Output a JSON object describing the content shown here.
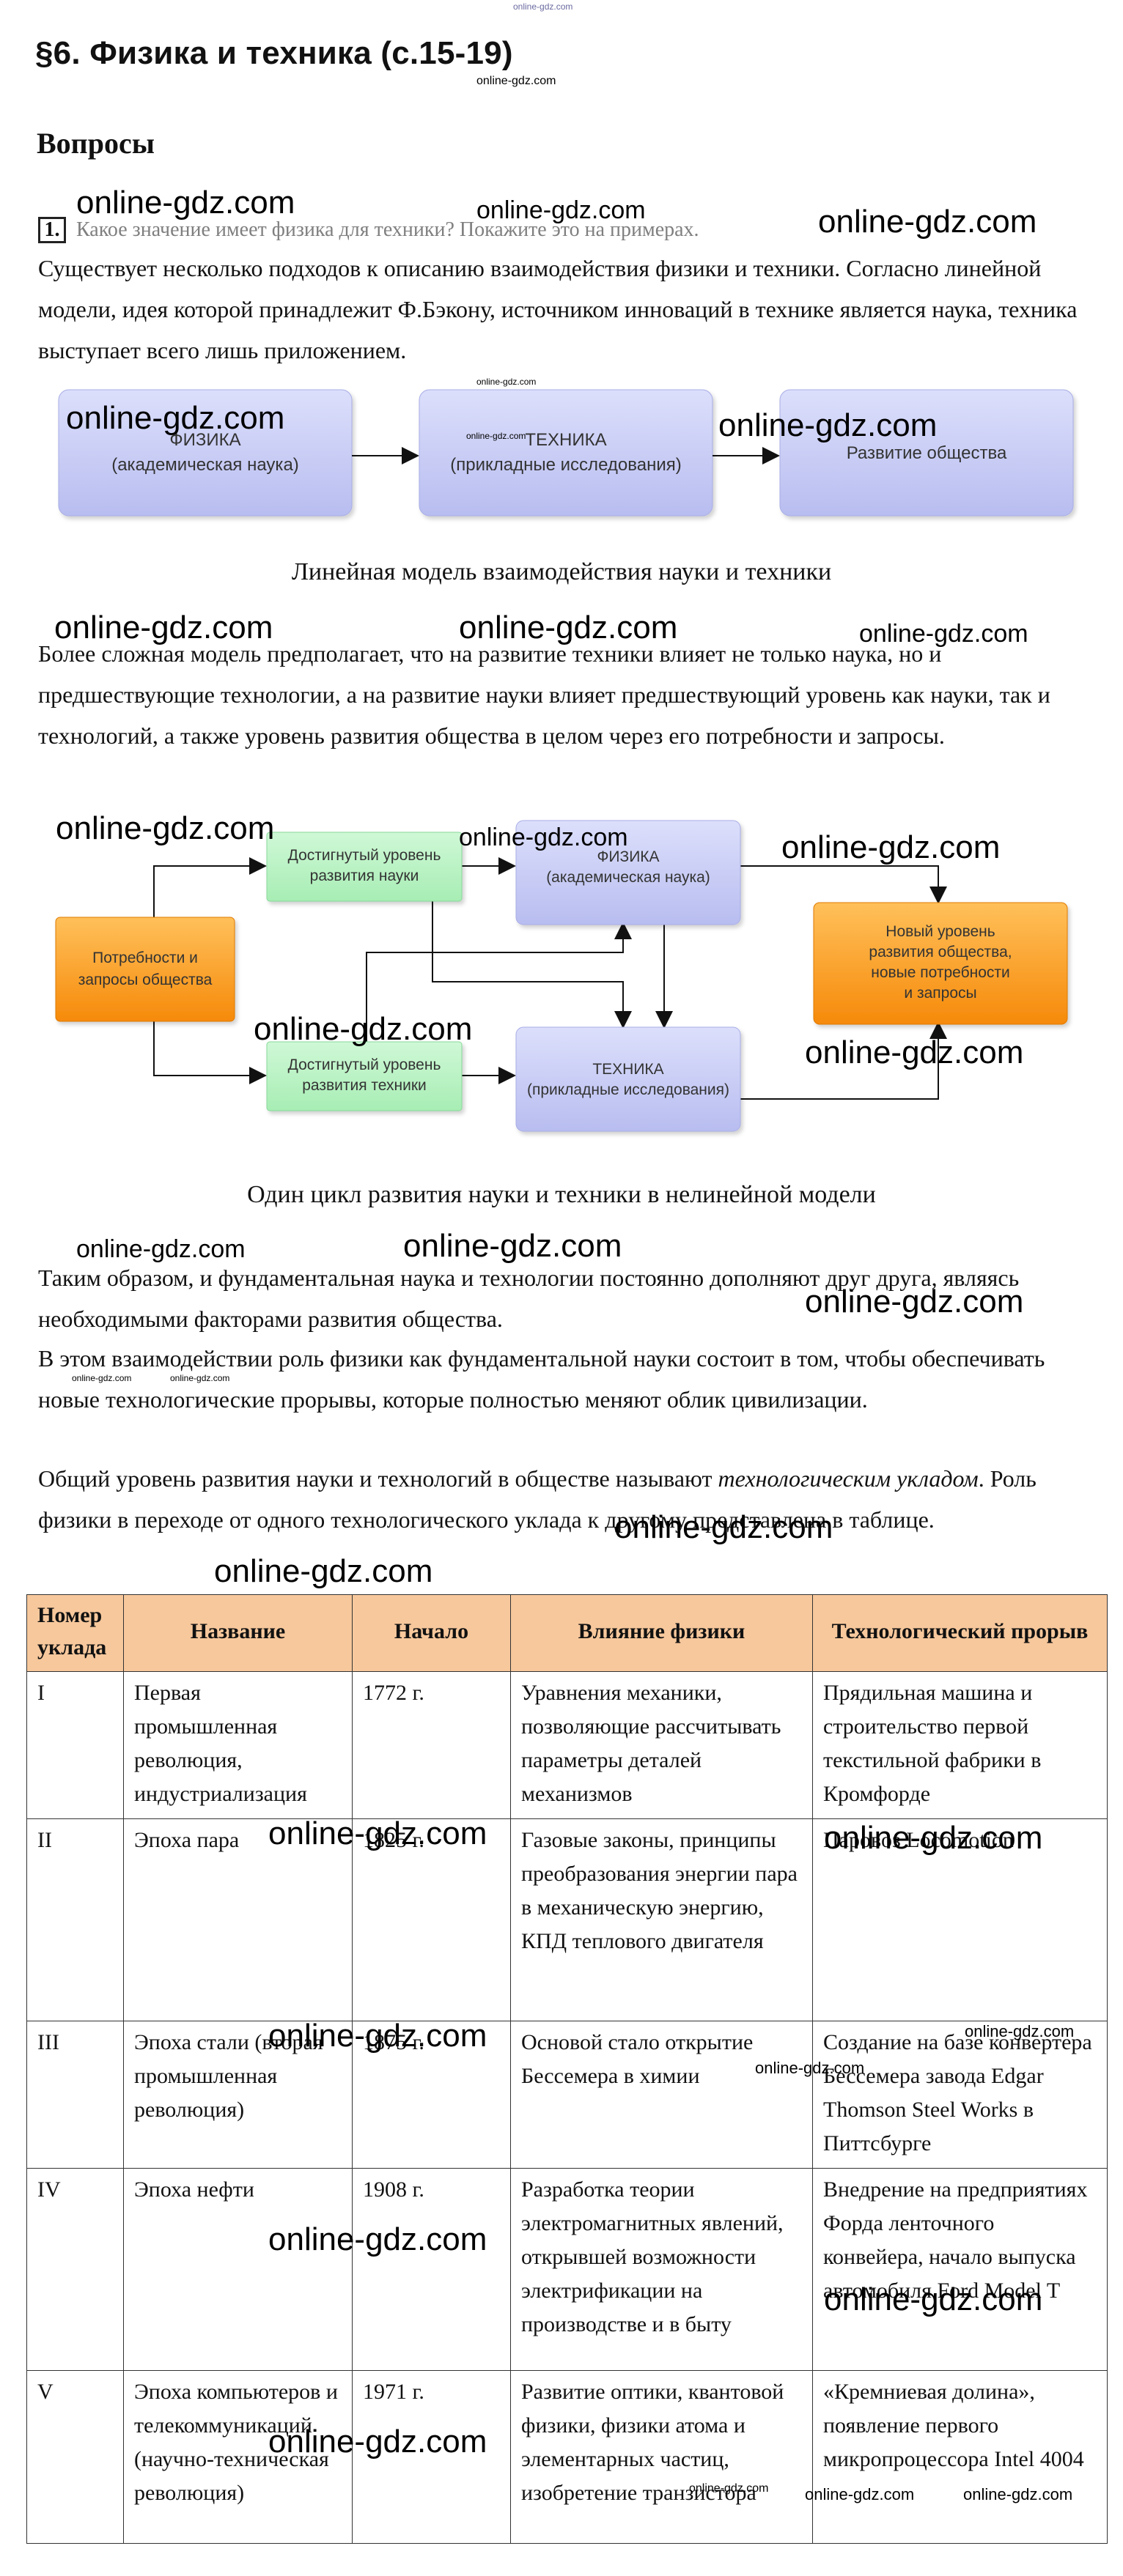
{
  "top_watermark": "online-gdz.com",
  "title": "§6. Физика и техника (с.15-19)",
  "section": "Вопросы",
  "question": {
    "number": "1.",
    "text": "Какое значение имеет физика для техники? Покажите это на примерах."
  },
  "paragraph1": "Существует несколько подходов к описанию взаимодействия физики и техники. Согласно линейной модели, идея которой принадлежит Ф.Бэкону, источником инноваций в технике является наука, техника выступает всего лишь приложением.",
  "linear_model": {
    "box1_title": "ФИЗИКА",
    "box1_sub": "(академическая наука)",
    "box2_title": "ТЕХНИКА",
    "box2_sub": "(прикладные исследования)",
    "box3": "Развитие общества",
    "caption": "Линейная модель взаимодействия науки и техники"
  },
  "paragraph2": "Более сложная модель предполагает, что на развитие техники влияет не только наука, но и предшествующие технологии, а на развитие науки влияет предшествующий уровень как науки, так и технологий, а также уровень развития общества в целом через его потребности и запросы.",
  "nonlinear_model": {
    "needs_line1": "Потребности и",
    "needs_line2": "запросы общества",
    "sci_level_line1": "Достигнутый уровень",
    "sci_level_line2": "развития науки",
    "tech_level_line1": "Достигнутый уровень",
    "tech_level_line2": "развития техники",
    "physics_title": "ФИЗИКА",
    "physics_sub": "(академическая наука)",
    "tech_title": "ТЕХНИКА",
    "tech_sub": "(прикладные исследования)",
    "new_line1": "Новый уровень",
    "new_line2": "развития общества,",
    "new_line3": "новые потребности",
    "new_line4": "и запросы",
    "caption": "Один цикл развития науки и техники в нелинейной модели"
  },
  "paragraph3": "Таким образом, и фундаментальная наука и технологии постоянно дополняют друг друга, являясь  необходимыми факторами развития общества.",
  "paragraph4": "В этом взаимодействии роль физики как фундаментальной науки состоит в том, чтобы обеспечивать новые технологические прорывы, которые полностью меняют облик цивилизации.",
  "paragraph5_a": "Общий уровень развития науки и технологий в обществе называют ",
  "paragraph5_em": "технологическим укладом",
  "paragraph5_b": ". Роль физики в переходе от одного технологического уклада к другому представлена в таблице.",
  "table": {
    "header_bg": "#f7c89c",
    "headers": [
      "Номер уклада",
      "Название",
      "Начало",
      "Влияние физики",
      "Технологический прорыв"
    ],
    "rows": [
      [
        "I",
        "Первая промышленная революция, индустриализация",
        "1772 г.",
        "Уравнения механики, позволяющие рассчитывать параметры деталей механизмов",
        "Прядильная машина и строительство первой текстильной фабрики в Кромфорде"
      ],
      [
        "II",
        "Эпоха пара",
        "1825 г.",
        "Газовые законы, принципы преобразования энергии пара в механическую энергию, КПД теплового двигателя",
        "Паровоз Locomotion"
      ],
      [
        "III",
        "Эпоха стали (вторая промышленная революция)",
        "1875 г.",
        "Основой стало открытие Бессемера в химии",
        "Создание на базе конвертера Бессемера завода Edgar Thomson Steel Works в Питтсбурге"
      ],
      [
        "IV",
        "Эпоха нефти",
        "1908 г.",
        "Разработка теории электромагнитных явлений, открывшей возможности электрификации на производстве и в быту",
        "Внедрение на предприятиях Форда ленточного конвейера, начало выпуска автомобиля Ford Model T"
      ],
      [
        "V",
        "Эпоха компьютеров и телекоммуникаций (научно-техническая революция)",
        "1971 г.",
        "Развитие оптики, квантовой физики, физики атома и элементарных частиц, изобретение транзистора",
        "«Кремниевая долина», появление первого микропроцессора Intel 4004"
      ]
    ]
  },
  "watermark": "online-gdz.com",
  "colors": {
    "blue_box": "#c9cdf4",
    "green_box": "#b6f2c0",
    "orange_box": "#fb9a12",
    "table_header": "#f7c89c"
  }
}
